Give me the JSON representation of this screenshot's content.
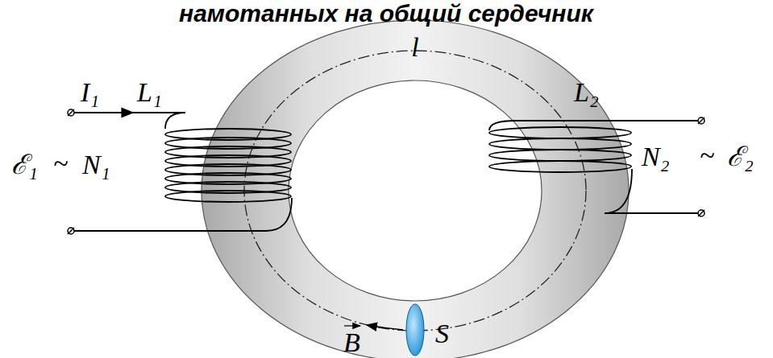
{
  "diagram": {
    "title": "намотанных на общий сердечник",
    "labels": [
      "l",
      "I₁",
      "L₁",
      "ℰ₁",
      "~",
      "N₁",
      "L₂",
      "N₂",
      "~",
      "ℰ₂",
      "B",
      "S"
    ]
  }
}
